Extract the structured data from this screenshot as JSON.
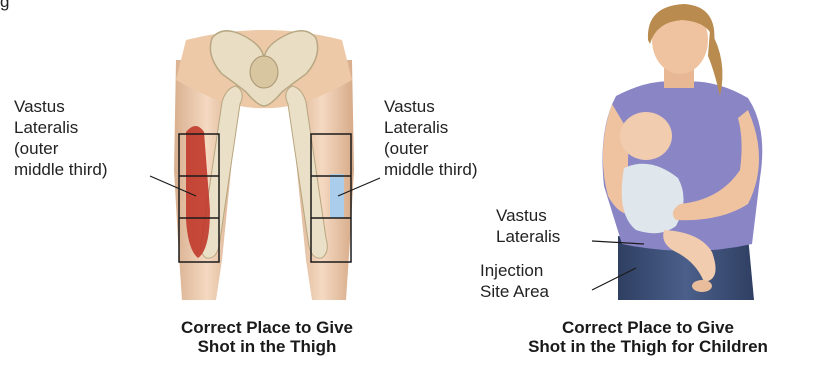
{
  "partial_top_text": "g",
  "left_panel": {
    "label_left": [
      "Vastus",
      "Lateralis",
      "(outer",
      "middle third)"
    ],
    "label_right": [
      "Vastus",
      "Lateralis",
      "(outer",
      "middle third)"
    ],
    "caption": [
      "Correct Place to Give",
      "Shot in the Thigh"
    ]
  },
  "right_panel": {
    "label_vastus": [
      "Vastus",
      "Lateralis"
    ],
    "label_injection": [
      "Injection",
      "Site Area"
    ],
    "caption": [
      "Correct Place to Give",
      "Shot in the Thigh for Children"
    ]
  },
  "colors": {
    "muscle_red": "#c0392b",
    "injection_blue": "#a9cdea",
    "shirt_purple": "#8a86c6",
    "jeans_blue": "#3d4f75",
    "skin": "#efc3a0",
    "bone": "#e9ddc3",
    "baby_clothes": "#dfe6ec"
  }
}
